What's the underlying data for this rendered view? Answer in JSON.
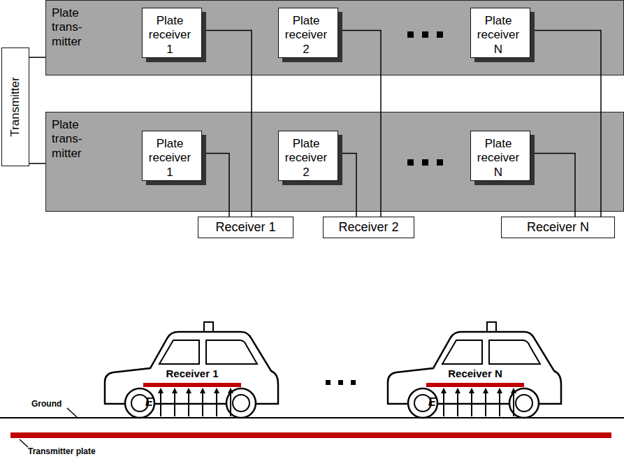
{
  "diagram": {
    "nodes": [
      {
        "text": [
          "Transmitter"
        ]
      },
      {
        "text": [
          "Plate trans- mitter"
        ]
      },
      {
        "text": [
          "Plate receiver 1"
        ],
        "in": 1
      },
      {
        "text": [
          "Plate receiver 2"
        ],
        "in": 1
      },
      {
        "text": [
          "Plate receiver N"
        ],
        "in": 1
      },
      {
        "text": [
          "Plate trans- mitter"
        ]
      },
      {
        "text": [
          "Plate receiver 1"
        ],
        "in": 5
      },
      {
        "text": [
          "Plate receiver 2"
        ],
        "in": 5
      },
      {
        "text": [
          "Plate receiver N"
        ],
        "in": 5
      },
      {
        "text": [
          "Receiver 1"
        ]
      },
      {
        "text": [
          "Receiver 2"
        ]
      },
      {
        "text": [
          "Receiver N"
        ]
      }
    ],
    "edges": [
      {
        "from": 0,
        "to": 1,
        "arrow": "none"
      },
      {
        "from": 0,
        "to": 5,
        "arrow": "none"
      },
      {
        "from": 2,
        "to": 9,
        "arrow": "none"
      },
      {
        "from": 6,
        "to": 9,
        "arrow": "none"
      },
      {
        "from": 3,
        "to": 10,
        "arrow": "none"
      },
      {
        "from": 7,
        "to": 10,
        "arrow": "none"
      },
      {
        "from": 4,
        "to": 11,
        "arrow": "none"
      },
      {
        "from": 8,
        "to": 11,
        "arrow": "none"
      }
    ],
    "labels": [
      "Receiver 1",
      "Receiver N",
      "Ground",
      "E",
      "E",
      "Transmitter plate"
    ]
  }
}
